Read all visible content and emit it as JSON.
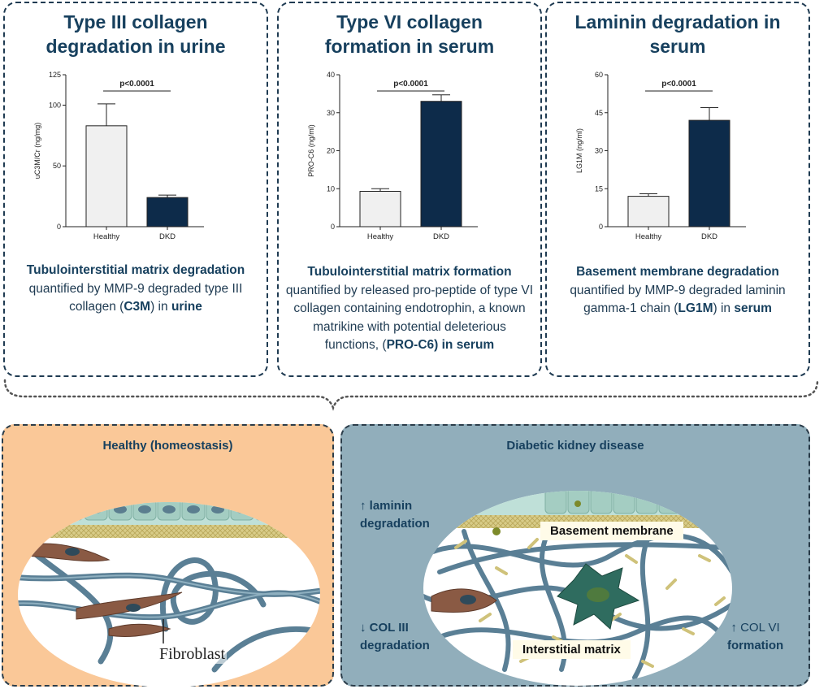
{
  "charts": [
    {
      "title_line1": "Type III collagen",
      "title_line2": "degradation in urine",
      "desc": [
        "Tubulointerstitial matrix degradation",
        " quantified by MMP-9 degraded type III collagen (",
        "C3M",
        ") in ",
        "urine"
      ],
      "pvalue": "p<0.0001",
      "ylabel": "uC3M/Cr (ng/mg)"
    },
    {
      "title_line1": "Type VI collagen",
      "title_line2": "formation in serum",
      "desc": [
        "Tubulointerstitial matrix formation",
        " quantified  by released pro-peptide of type VI collagen containing endotrophin, a known matrikine with potential deleterious functions, (",
        "PRO-C6) in serum"
      ],
      "pvalue": "p<0.0001",
      "ylabel": "PRO-C6 (ng/ml)"
    },
    {
      "title_line1": "Laminin degradation in",
      "title_line2": "serum",
      "desc": [
        "Basement membrane degradation",
        " quantified by MMP-9 degraded laminin gamma-1 chain (",
        "LG1M",
        ") in ",
        "serum"
      ],
      "pvalue": "p<0.0001",
      "ylabel": "LG1M (ng/ml)"
    }
  ],
  "chart_data": [
    {
      "type": "bar",
      "categories": [
        "Healthy",
        "DKD"
      ],
      "values": [
        83,
        24
      ],
      "errors": [
        18,
        2
      ],
      "ylabel": "uC3M/Cr (ng/mg)",
      "ylim": [
        0,
        125
      ],
      "yticks": [
        0,
        50,
        100,
        125
      ],
      "annotation": "p<0.0001",
      "colors": [
        "#f0f0f0",
        "#0d2b4a"
      ]
    },
    {
      "type": "bar",
      "categories": [
        "Healthy",
        "DKD"
      ],
      "values": [
        9.3,
        33
      ],
      "errors": [
        0.7,
        1.7
      ],
      "ylabel": "PRO-C6 (ng/ml)",
      "ylim": [
        0,
        40
      ],
      "yticks": [
        0,
        10,
        20,
        30,
        40
      ],
      "annotation": "p<0.0001",
      "colors": [
        "#f0f0f0",
        "#0d2b4a"
      ]
    },
    {
      "type": "bar",
      "categories": [
        "Healthy",
        "DKD"
      ],
      "values": [
        12,
        42
      ],
      "errors": [
        1,
        5
      ],
      "ylabel": "LG1M (ng/ml)",
      "ylim": [
        0,
        60
      ],
      "yticks": [
        0,
        15,
        30,
        45,
        60
      ],
      "annotation": "p<0.0001",
      "colors": [
        "#f0f0f0",
        "#0d2b4a"
      ]
    }
  ],
  "bottom": {
    "healthy_title": "Healthy (homeostasis)",
    "fibroblast_label": "Fibroblast",
    "dkd_title": "Diabetic kidney disease",
    "laminin_arrow": "↑",
    "laminin_line1": "laminin",
    "laminin_line2": "degradation",
    "col3_arrow": "↓",
    "col3_line1": "COL III",
    "col3_line2": "degradation",
    "col6_arrow": "↑",
    "col6_line1": "COL VI",
    "col6_line2": "formation",
    "basement_label": "Basement membrane",
    "interstitial_label": "Interstitial matrix"
  },
  "colors": {
    "healthy_bg": "#fac898",
    "dkd_bg": "#91aebb",
    "title_color": "#17405e",
    "dkd_bar": "#0d2b4a"
  }
}
